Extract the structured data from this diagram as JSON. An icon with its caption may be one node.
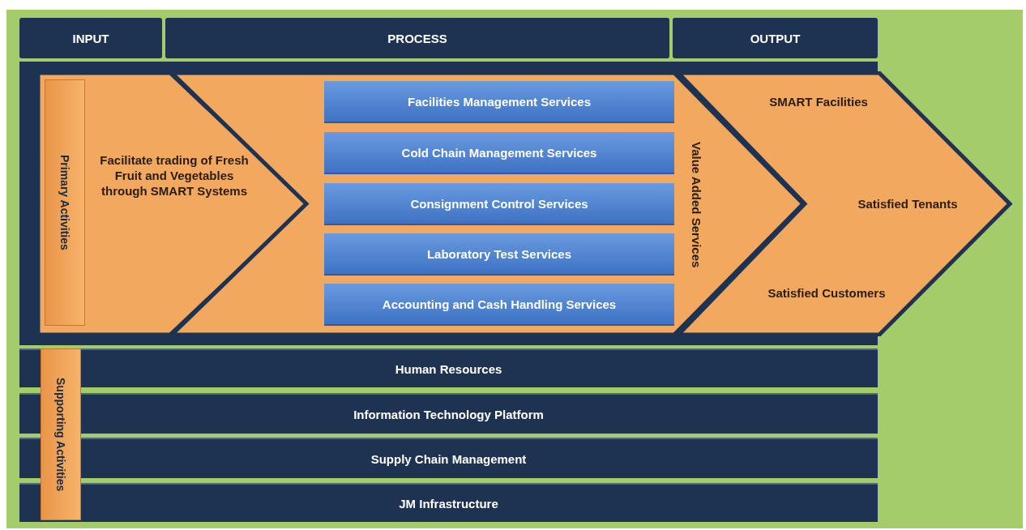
{
  "diagram": {
    "nodes": [
      {
        "text": [
          "INPUT"
        ]
      },
      {
        "text": [
          "PROCESS"
        ]
      },
      {
        "text": [
          "OUTPUT"
        ]
      },
      {
        "text": [
          "Facilitate trading of Fresh Fruit and Vegetables through SMART Systems"
        ]
      },
      {
        "text": [
          "Primary Activities"
        ],
        "in": 3
      },
      {
        "text": [
          "Value Added Services"
        ]
      },
      {
        "text": [
          "Facilities Management Services"
        ],
        "in": 5
      },
      {
        "text": [
          "Cold Chain Management Services"
        ],
        "in": 5
      },
      {
        "text": [
          "Consignment Control Services"
        ],
        "in": 5
      },
      {
        "text": [
          "Laboratory Test Services"
        ],
        "in": 5
      },
      {
        "text": [
          "Accounting and Cash Handling Services"
        ],
        "in": 5
      },
      {
        "text": [
          "SMART Facilities",
          "Satisfied Tenants",
          "Satisfied Customers"
        ]
      },
      {
        "text": [
          "Supporting Activities"
        ]
      },
      {
        "text": [
          "Human Resources"
        ]
      },
      {
        "text": [
          "Information Technology Platform"
        ]
      },
      {
        "text": [
          "Supply Chain Management"
        ]
      },
      {
        "text": [
          "JM Infrastructure"
        ]
      }
    ],
    "edges": []
  }
}
